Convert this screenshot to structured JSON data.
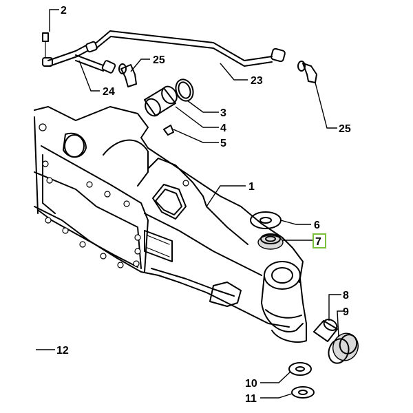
{
  "callouts": [
    {
      "id": "2",
      "label": "2"
    },
    {
      "id": "25a",
      "label": "25"
    },
    {
      "id": "23",
      "label": "23"
    },
    {
      "id": "24",
      "label": "24"
    },
    {
      "id": "3",
      "label": "3"
    },
    {
      "id": "4",
      "label": "4"
    },
    {
      "id": "25b",
      "label": "25"
    },
    {
      "id": "5",
      "label": "5"
    },
    {
      "id": "1",
      "label": "1"
    },
    {
      "id": "6",
      "label": "6"
    },
    {
      "id": "7",
      "label": "7"
    },
    {
      "id": "8",
      "label": "8"
    },
    {
      "id": "9",
      "label": "9"
    },
    {
      "id": "12",
      "label": "12"
    },
    {
      "id": "10",
      "label": "10"
    },
    {
      "id": "11",
      "label": "11"
    }
  ],
  "highlight": {
    "callout": "7",
    "color": "#7bbf3a"
  }
}
